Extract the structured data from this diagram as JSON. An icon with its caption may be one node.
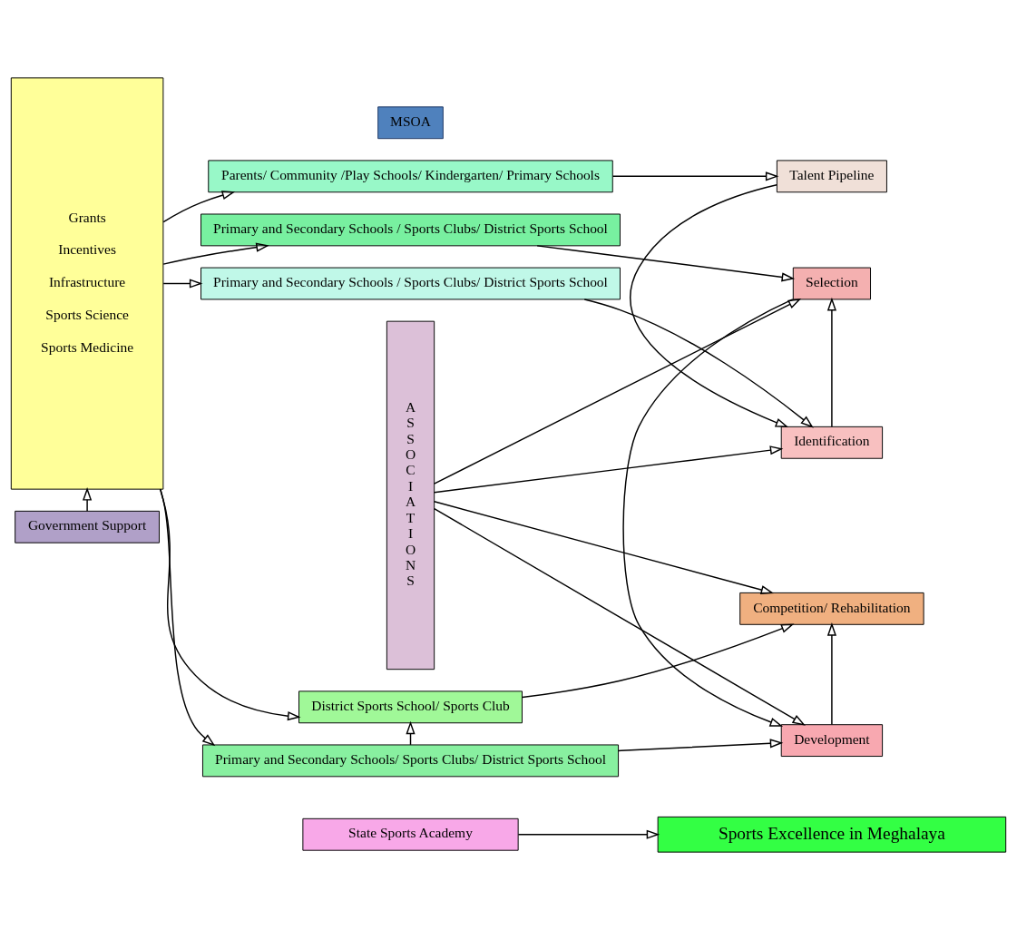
{
  "diagram": {
    "nodes": [
      {
        "text": [
          "Sports Excellence in Meghalaya"
        ]
      },
      {
        "text": [
          "Government Support"
        ]
      },
      {
        "text": [
          "State Sports Academy"
        ]
      },
      {
        "text": [
          "MSOA"
        ]
      },
      {
        "text": [
          "Grants",
          "Incentives",
          "Infrastructure",
          "Sports Science",
          "Sports Medicine"
        ]
      },
      {
        "text": [
          "District Sports School/ Sports Club"
        ]
      },
      {
        "text": [
          "Competition/ Rehabilitation"
        ]
      },
      {
        "text": [
          "A S S O C I A T I O N S"
        ]
      },
      {
        "text": [
          "Primary and Secondary Schools/ Sports Clubs/ District Sports School"
        ]
      },
      {
        "text": [
          "Development"
        ]
      },
      {
        "text": [
          "Primary and Secondary Schools / Sports Clubs/ District Sports School"
        ]
      },
      {
        "text": [
          "Selection"
        ]
      },
      {
        "text": [
          "Primary and Secondary Schools / Sports Clubs/ District Sports School"
        ]
      },
      {
        "text": [
          "Identification"
        ]
      },
      {
        "text": [
          "Parents/ Community /Play Schools/ Kindergarten/ Primary Schools"
        ]
      },
      {
        "text": [
          "Talent Pipeline"
        ]
      }
    ],
    "edges": [
      {
        "from": 2,
        "to": 0,
        "arrow": "to"
      },
      {
        "from": 1,
        "to": 4,
        "arrow": "to"
      },
      {
        "from": 4,
        "to": 5,
        "arrow": "to"
      },
      {
        "from": 4,
        "to": 8,
        "arrow": "to"
      },
      {
        "from": 4,
        "to": 10,
        "arrow": "to"
      },
      {
        "from": 4,
        "to": 12,
        "arrow": "to"
      },
      {
        "from": 4,
        "to": 14,
        "arrow": "to"
      },
      {
        "from": 8,
        "to": 5,
        "arrow": "to"
      },
      {
        "from": 5,
        "to": 6,
        "arrow": "to"
      },
      {
        "from": 8,
        "to": 9,
        "arrow": "to"
      },
      {
        "from": 10,
        "to": 11,
        "arrow": "to"
      },
      {
        "from": 12,
        "to": 13,
        "arrow": "to"
      },
      {
        "from": 14,
        "to": 15,
        "arrow": "to"
      },
      {
        "from": 15,
        "to": 13,
        "arrow": "to"
      },
      {
        "from": 13,
        "to": 11,
        "arrow": "to"
      },
      {
        "from": 11,
        "to": 9,
        "arrow": "to"
      },
      {
        "from": 9,
        "to": 6,
        "arrow": "to"
      },
      {
        "from": 7,
        "to": 6,
        "arrow": "to"
      },
      {
        "from": 7,
        "to": 9,
        "arrow": "to"
      },
      {
        "from": 7,
        "to": 11,
        "arrow": "to"
      },
      {
        "from": 7,
        "to": 13,
        "arrow": "to"
      }
    ]
  }
}
